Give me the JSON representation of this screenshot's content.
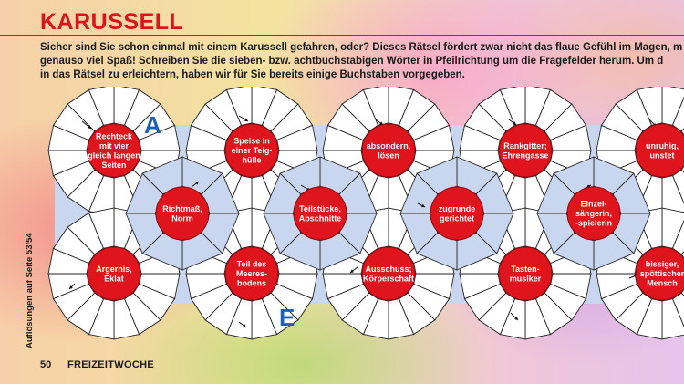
{
  "page": {
    "title": "KARUSSELL",
    "intro_lines": [
      "Sicher sind Sie schon einmal mit einem Karussell gefahren, oder? Dieses Rätsel fördert zwar nicht das flaue Gefühl im Magen, m",
      "genauso viel Spaß! Schreiben Sie die sieben- bzw. achtbuchstabigen Wörter in Pfeilrichtung um die Fragefelder herum. Um d",
      "in das Rätsel zu erleichtern, haben wir für Sie bereits einige Buchstaben vorgegeben."
    ],
    "side_note": "Auflösungen auf Seite 53/54",
    "page_number": "50",
    "magazine": "FREIZEITWOCHE"
  },
  "puzzle": {
    "given_letters": [
      "A",
      "E"
    ],
    "colors": {
      "clue_fill": "#e0141c",
      "grid_tint": "#c9d6ef",
      "cell_fill": "#ffffff",
      "letter_color": "#1f5fb8"
    },
    "clues": [
      {
        "lines": [
          "Rechteck",
          "mit vier",
          "gleich langen",
          "Seiten"
        ]
      },
      {
        "lines": [
          "Speise in",
          "einer Teig-",
          "hülle"
        ]
      },
      {
        "lines": [
          "absondern,",
          "lösen"
        ]
      },
      {
        "lines": [
          "Rankgitter;",
          "Ehrengasse"
        ]
      },
      {
        "lines": [
          "unruhig,",
          "unstet"
        ]
      },
      {
        "lines": [
          "Richtmaß,",
          "Norm"
        ]
      },
      {
        "lines": [
          "Teilstücke,",
          "Abschnitte"
        ]
      },
      {
        "lines": [
          "zugrunde",
          "gerichtet"
        ]
      },
      {
        "lines": [
          "Einzel-",
          "sängerin,",
          "-spielerin"
        ]
      },
      {
        "lines": [
          "Ärgernis,",
          "Eklat"
        ]
      },
      {
        "lines": [
          "Teil des",
          "Meeres-",
          "bodens"
        ]
      },
      {
        "lines": [
          "Ausschuss;",
          "Körperschaft"
        ]
      },
      {
        "lines": [
          "Tasten-",
          "musiker"
        ]
      },
      {
        "lines": [
          "bissiger,",
          "spöttischer",
          "Mensch"
        ]
      }
    ]
  }
}
